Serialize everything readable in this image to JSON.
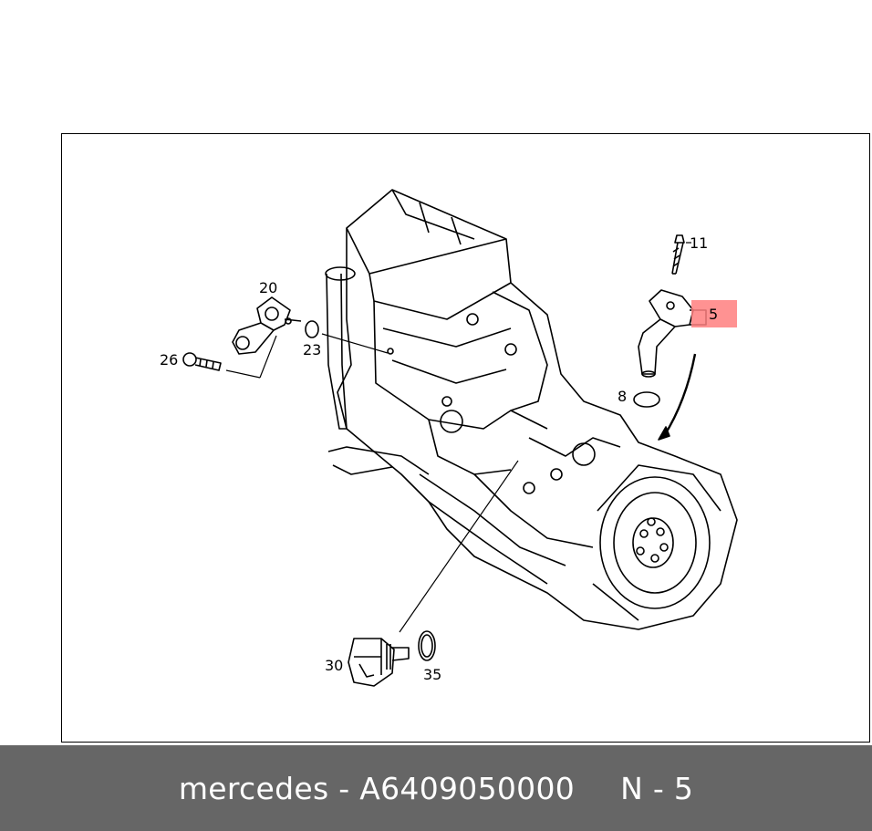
{
  "diagram": {
    "callouts": {
      "c5": "5",
      "c8": "8",
      "c11": "11",
      "c20": "20",
      "c23": "23",
      "c26": "26",
      "c30": "30",
      "c35": "35"
    },
    "highlighted_callout": "5",
    "highlight_color": "#ff7f7f"
  },
  "footer": {
    "part_text": "mercedes - A6409050000",
    "position_text": "N - 5",
    "background_color": "#666666"
  }
}
